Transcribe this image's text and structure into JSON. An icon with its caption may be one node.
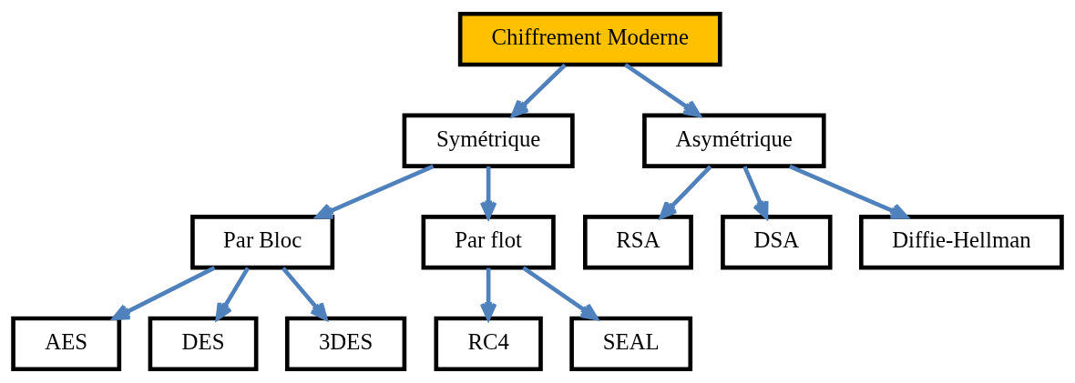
{
  "diagram": {
    "nodes": [
      {
        "text": [
          "Chiffrement Moderne"
        ]
      },
      {
        "text": [
          "Symétrique"
        ]
      },
      {
        "text": [
          "Asymétrique"
        ]
      },
      {
        "text": [
          "Par Bloc"
        ]
      },
      {
        "text": [
          "Par flot"
        ]
      },
      {
        "text": [
          "RSA"
        ]
      },
      {
        "text": [
          "DSA"
        ]
      },
      {
        "text": [
          "Diffie-Hellman"
        ]
      },
      {
        "text": [
          "AES"
        ]
      },
      {
        "text": [
          "DES"
        ]
      },
      {
        "text": [
          "3DES"
        ]
      },
      {
        "text": [
          "RC4"
        ]
      },
      {
        "text": [
          "SEAL"
        ]
      }
    ],
    "edges": [
      {
        "from": 0,
        "to": 1,
        "arrow": "to"
      },
      {
        "from": 0,
        "to": 2,
        "arrow": "to"
      },
      {
        "from": 1,
        "to": 3,
        "arrow": "to"
      },
      {
        "from": 1,
        "to": 4,
        "arrow": "to"
      },
      {
        "from": 2,
        "to": 5,
        "arrow": "to"
      },
      {
        "from": 2,
        "to": 6,
        "arrow": "to"
      },
      {
        "from": 2,
        "to": 7,
        "arrow": "to"
      },
      {
        "from": 3,
        "to": 8,
        "arrow": "to"
      },
      {
        "from": 3,
        "to": 9,
        "arrow": "to"
      },
      {
        "from": 3,
        "to": 10,
        "arrow": "to"
      },
      {
        "from": 4,
        "to": 11,
        "arrow": "to"
      },
      {
        "from": 4,
        "to": 12,
        "arrow": "to"
      }
    ]
  }
}
